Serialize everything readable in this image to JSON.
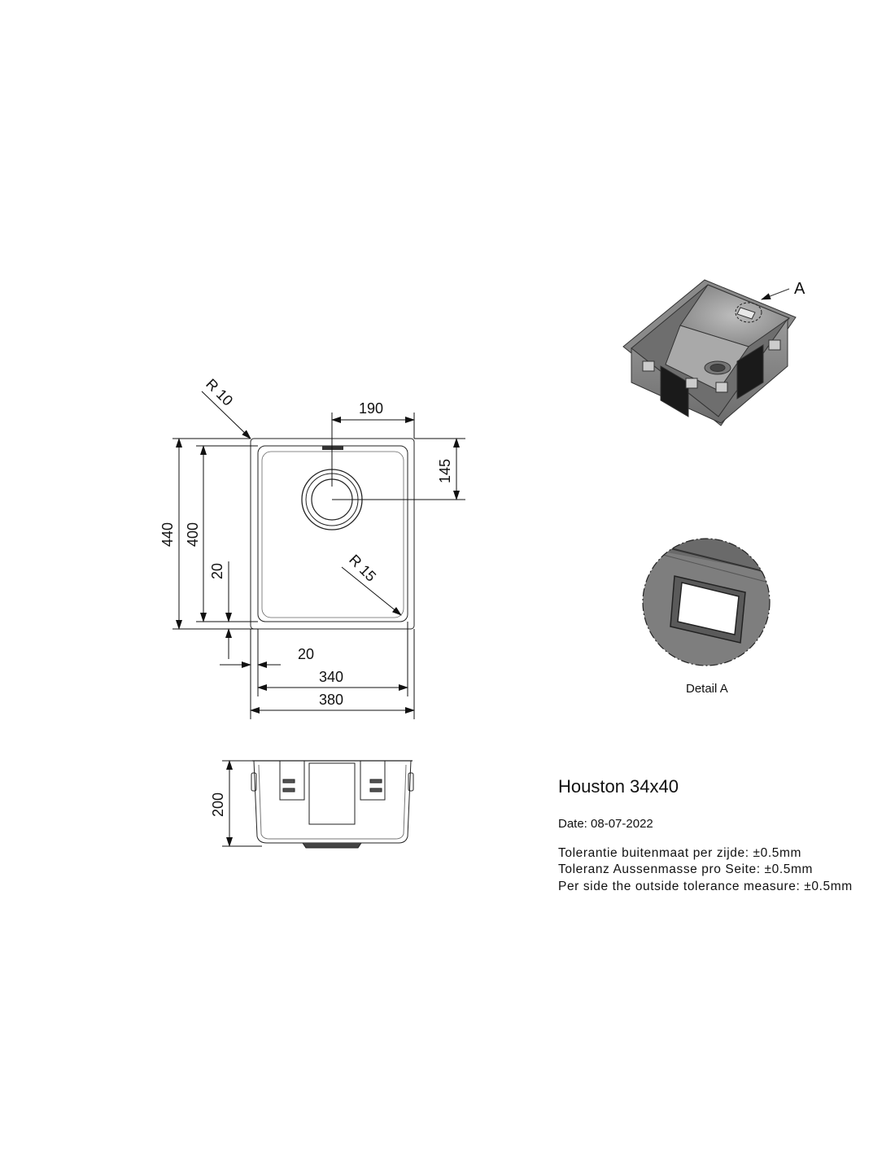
{
  "drawing": {
    "dimensions": {
      "r10": "R 10",
      "d190": "190",
      "d145": "145",
      "d440": "440",
      "d400": "400",
      "d20v": "20",
      "r15": "R 15",
      "d20h": "20",
      "d340": "340",
      "d380": "380",
      "d200": "200"
    },
    "detail_marker": "A",
    "detail_label": "Detail A"
  },
  "info": {
    "title": "Houston 34x40",
    "date": "Date: 08-07-2022",
    "tolerances": [
      "Tolerantie buitenmaat per zijde: ±0.5mm",
      "Toleranz Aussenmasse pro Seite: ±0.5mm",
      "Per side the outside tolerance measure: ±0.5mm"
    ]
  }
}
